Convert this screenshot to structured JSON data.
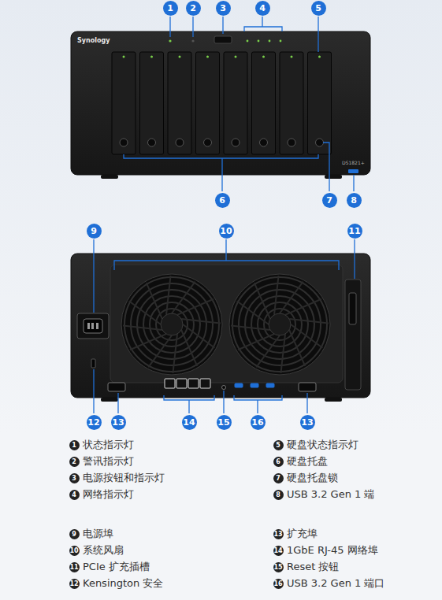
{
  "diagram": {
    "labels": [
      "1",
      "2",
      "3",
      "4",
      "5",
      "Synology",
      "DS1821+",
      "6",
      "7",
      "8",
      "9",
      "10",
      "11",
      "12",
      "13",
      "14",
      "15",
      "16",
      "13",
      "1",
      "状态指示灯",
      "5",
      "硬盘状态指示灯",
      "2",
      "警讯指示灯",
      "6",
      "硬盘托盘",
      "3",
      "电源按钮和指示灯",
      "7",
      "硬盘托盘锁",
      "4",
      "网络指示灯",
      "8",
      "USB 3.2 Gen 1 端",
      "9",
      "电源埠",
      "13",
      "扩充埠",
      "10",
      "系统风扇",
      "14",
      "1GbE RJ-45 网络埠",
      "11",
      "PCIe 扩充插槽",
      "15",
      "Reset 按钮",
      "12",
      "Kensington 安全",
      "16",
      "USB 3.2 Gen 1 端口"
    ]
  }
}
